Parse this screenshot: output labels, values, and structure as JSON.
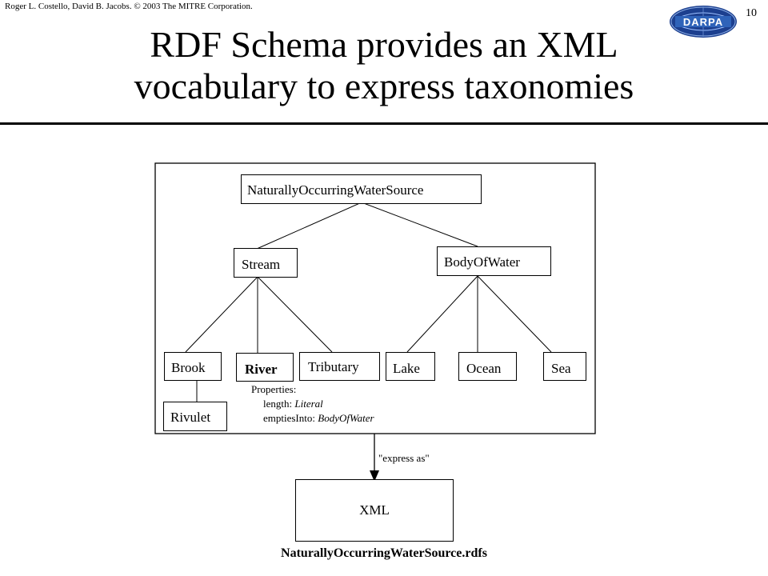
{
  "header": {
    "credit": "Roger L. Costello, David B. Jacobs. © 2003 The MITRE Corporation.",
    "slide_number": "10",
    "logo_text": "DARPA"
  },
  "title": {
    "line1": "RDF Schema provides an XML",
    "line2": "vocabulary to express taxonomies"
  },
  "taxonomy": {
    "root": "NaturallyOccurringWaterSource",
    "stream": "Stream",
    "body_of_water": "BodyOfWater",
    "brook": "Brook",
    "river": "River",
    "tributary": "Tributary",
    "lake": "Lake",
    "ocean": "Ocean",
    "sea": "Sea",
    "rivulet": "Rivulet"
  },
  "properties": {
    "heading": "Properties:",
    "length_name": "length: ",
    "length_type": "Literal",
    "empties_name": "emptiesInto: ",
    "empties_type": "BodyOfWater"
  },
  "express_label": "\"express as\"",
  "xml_box_label": "XML",
  "filename": "NaturallyOccurringWaterSource.rdfs",
  "colors": {
    "logo_blue": "#1c3f8f",
    "logo_inner": "#2f63b9"
  }
}
